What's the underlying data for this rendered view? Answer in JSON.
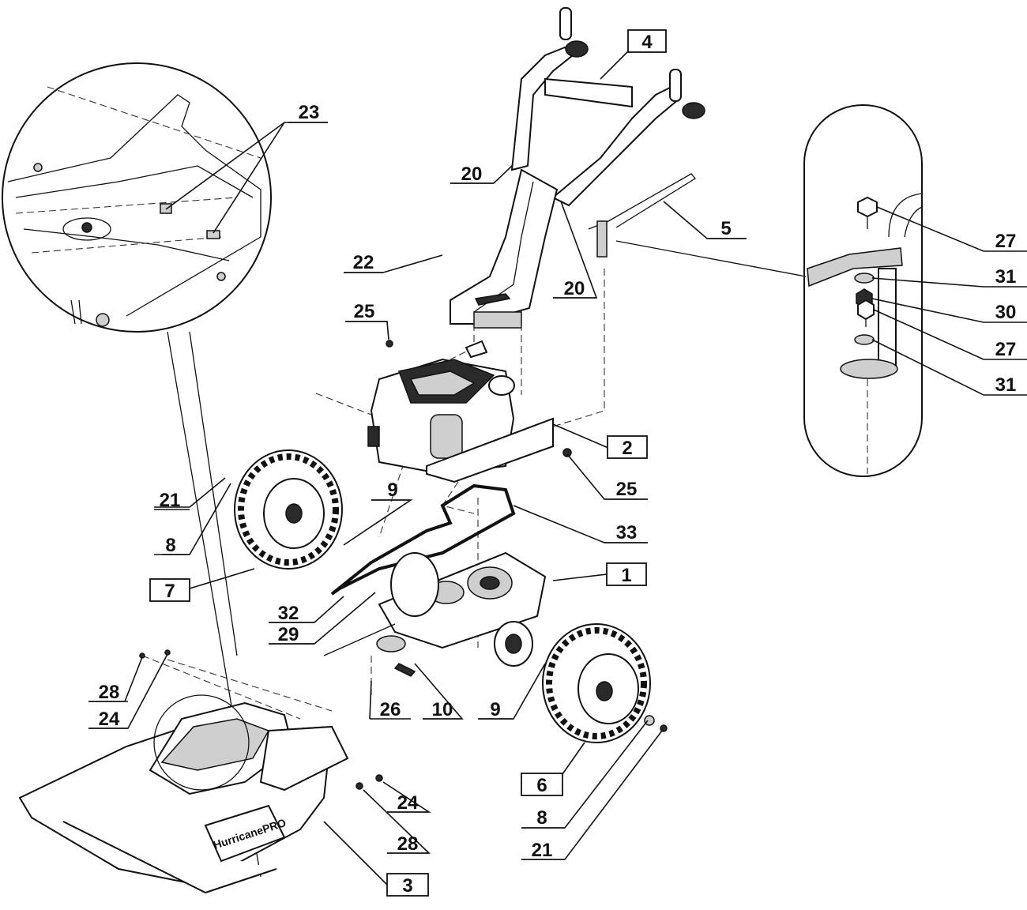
{
  "callouts": [
    {
      "id": "4",
      "text": "4",
      "boxed": true
    },
    {
      "id": "23",
      "text": "23",
      "boxed": false
    },
    {
      "id": "20a",
      "text": "20",
      "boxed": false
    },
    {
      "id": "5",
      "text": "5",
      "boxed": false
    },
    {
      "id": "27a",
      "text": "27",
      "boxed": false
    },
    {
      "id": "31a",
      "text": "31",
      "boxed": false
    },
    {
      "id": "30",
      "text": "30",
      "boxed": false
    },
    {
      "id": "27b",
      "text": "27",
      "boxed": false
    },
    {
      "id": "31b",
      "text": "31",
      "boxed": false
    },
    {
      "id": "22",
      "text": "22",
      "boxed": false
    },
    {
      "id": "20b",
      "text": "20",
      "boxed": false
    },
    {
      "id": "25a",
      "text": "25",
      "boxed": false
    },
    {
      "id": "2",
      "text": "2",
      "boxed": true
    },
    {
      "id": "25b",
      "text": "25",
      "boxed": false
    },
    {
      "id": "21a",
      "text": "21",
      "boxed": false
    },
    {
      "id": "9a",
      "text": "9",
      "boxed": false
    },
    {
      "id": "8a",
      "text": "8",
      "boxed": false
    },
    {
      "id": "33",
      "text": "33",
      "boxed": false
    },
    {
      "id": "7",
      "text": "7",
      "boxed": true
    },
    {
      "id": "1",
      "text": "1",
      "boxed": true
    },
    {
      "id": "32",
      "text": "32",
      "boxed": false
    },
    {
      "id": "29",
      "text": "29",
      "boxed": false
    },
    {
      "id": "28a",
      "text": "28",
      "boxed": false
    },
    {
      "id": "24a",
      "text": "24",
      "boxed": false
    },
    {
      "id": "26",
      "text": "26",
      "boxed": false
    },
    {
      "id": "10",
      "text": "10",
      "boxed": false
    },
    {
      "id": "9b",
      "text": "9",
      "boxed": false
    },
    {
      "id": "6",
      "text": "6",
      "boxed": true
    },
    {
      "id": "24b",
      "text": "24",
      "boxed": false
    },
    {
      "id": "8b",
      "text": "8",
      "boxed": false
    },
    {
      "id": "28b",
      "text": "28",
      "boxed": false
    },
    {
      "id": "21b",
      "text": "21",
      "boxed": false
    },
    {
      "id": "3",
      "text": "3",
      "boxed": true
    }
  ],
  "brand_label": "HurricanePRO",
  "colors": {
    "line": "#111111",
    "background": "#ffffff",
    "shade": "#cfcfcf"
  }
}
